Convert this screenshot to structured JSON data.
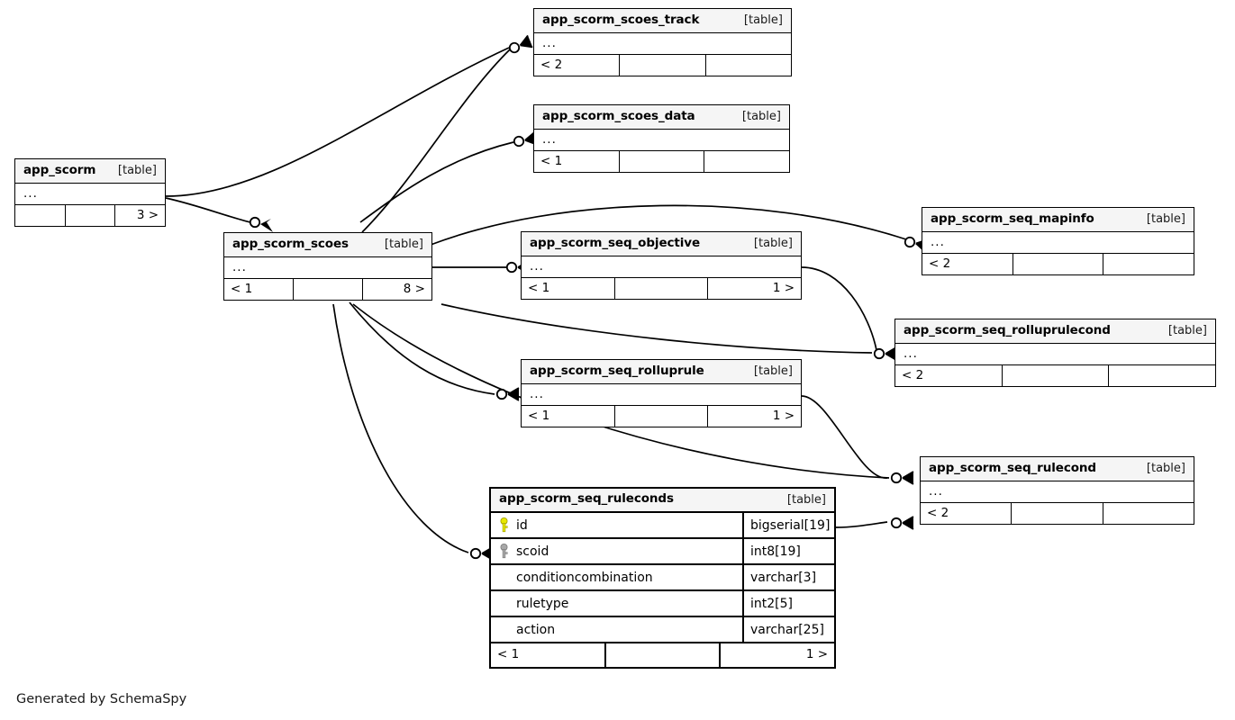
{
  "diagram": {
    "title": "SchemaSpy relationships diagram",
    "footer": "Generated by SchemaSpy",
    "kind_label": "[table]",
    "ellipsis": "...",
    "colors": {
      "background": "#ffffff",
      "table_header_fill": "#f5f5f5",
      "border": "#000000",
      "primary_key_icon": "#e8e800",
      "foreign_key_icon": "#a0a0a0"
    }
  },
  "tables": [
    {
      "id": "app_scorm",
      "name": "app_scorm",
      "kind": "[table]",
      "detail_placeholder": "...",
      "footer": {
        "left": "",
        "center": "",
        "right": "3 >"
      },
      "columns": [],
      "emphasized": false
    },
    {
      "id": "app_scorm_scoes",
      "name": "app_scorm_scoes",
      "kind": "[table]",
      "detail_placeholder": "...",
      "footer": {
        "left": "< 1",
        "center": "",
        "right": "8 >"
      },
      "columns": [],
      "emphasized": false
    },
    {
      "id": "app_scorm_scoes_track",
      "name": "app_scorm_scoes_track",
      "kind": "[table]",
      "detail_placeholder": "...",
      "footer": {
        "left": "< 2",
        "center": "",
        "right": ""
      },
      "columns": [],
      "emphasized": false
    },
    {
      "id": "app_scorm_scoes_data",
      "name": "app_scorm_scoes_data",
      "kind": "[table]",
      "detail_placeholder": "...",
      "footer": {
        "left": "< 1",
        "center": "",
        "right": ""
      },
      "columns": [],
      "emphasized": false
    },
    {
      "id": "app_scorm_seq_objective",
      "name": "app_scorm_seq_objective",
      "kind": "[table]",
      "detail_placeholder": "...",
      "footer": {
        "left": "< 1",
        "center": "",
        "right": "1 >"
      },
      "columns": [],
      "emphasized": false
    },
    {
      "id": "app_scorm_seq_mapinfo",
      "name": "app_scorm_seq_mapinfo",
      "kind": "[table]",
      "detail_placeholder": "...",
      "footer": {
        "left": "< 2",
        "center": "",
        "right": ""
      },
      "columns": [],
      "emphasized": false
    },
    {
      "id": "app_scorm_seq_rolluprulecond",
      "name": "app_scorm_seq_rolluprulecond",
      "kind": "[table]",
      "detail_placeholder": "...",
      "footer": {
        "left": "< 2",
        "center": "",
        "right": ""
      },
      "columns": [],
      "emphasized": false
    },
    {
      "id": "app_scorm_seq_rolluprule",
      "name": "app_scorm_seq_rolluprule",
      "kind": "[table]",
      "detail_placeholder": "...",
      "footer": {
        "left": "< 1",
        "center": "",
        "right": "1 >"
      },
      "columns": [],
      "emphasized": false
    },
    {
      "id": "app_scorm_seq_rulecond",
      "name": "app_scorm_seq_rulecond",
      "kind": "[table]",
      "detail_placeholder": "...",
      "footer": {
        "left": "< 2",
        "center": "",
        "right": ""
      },
      "columns": [],
      "emphasized": false
    },
    {
      "id": "app_scorm_seq_ruleconds",
      "name": "app_scorm_seq_ruleconds",
      "kind": "[table]",
      "detail_placeholder": null,
      "footer": {
        "left": "< 1",
        "center": "",
        "right": "1 >"
      },
      "emphasized": true,
      "columns": [
        {
          "key": "primary",
          "name": "id",
          "type": "bigserial[19]"
        },
        {
          "key": "foreign",
          "name": "scoid",
          "type": "int8[19]"
        },
        {
          "key": "none",
          "name": "conditioncombination",
          "type": "varchar[3]"
        },
        {
          "key": "none",
          "name": "ruletype",
          "type": "int2[5]"
        },
        {
          "key": "none",
          "name": "action",
          "type": "varchar[25]"
        }
      ]
    }
  ],
  "relationships": [
    {
      "from": "app_scorm",
      "to": "app_scorm_scoes",
      "cardinality": "zero-or-many"
    },
    {
      "from": "app_scorm",
      "to": "app_scorm_scoes_track",
      "cardinality": "zero-or-many"
    },
    {
      "from": "app_scorm",
      "to": "app_scorm_scoes_data",
      "cardinality": "zero-or-many"
    },
    {
      "from": "app_scorm_scoes",
      "to": "app_scorm_scoes_track",
      "cardinality": "zero-or-many"
    },
    {
      "from": "app_scorm_scoes",
      "to": "app_scorm_seq_mapinfo",
      "cardinality": "zero-or-many"
    },
    {
      "from": "app_scorm_scoes",
      "to": "app_scorm_seq_objective",
      "cardinality": "zero-or-many"
    },
    {
      "from": "app_scorm_scoes",
      "to": "app_scorm_seq_rolluprulecond",
      "cardinality": "zero-or-many"
    },
    {
      "from": "app_scorm_scoes",
      "to": "app_scorm_seq_rolluprule",
      "cardinality": "zero-or-many"
    },
    {
      "from": "app_scorm_scoes",
      "to": "app_scorm_seq_rulecond",
      "cardinality": "zero-or-many"
    },
    {
      "from": "app_scorm_scoes",
      "to": "app_scorm_seq_ruleconds",
      "cardinality": "zero-or-many"
    },
    {
      "from": "app_scorm_seq_objective",
      "to": "app_scorm_seq_mapinfo",
      "cardinality": "zero-or-many"
    },
    {
      "from": "app_scorm_seq_rolluprule",
      "to": "app_scorm_seq_rolluprulecond",
      "cardinality": "zero-or-many"
    },
    {
      "from": "app_scorm_seq_ruleconds",
      "to": "app_scorm_seq_rulecond",
      "cardinality": "zero-or-many"
    }
  ]
}
